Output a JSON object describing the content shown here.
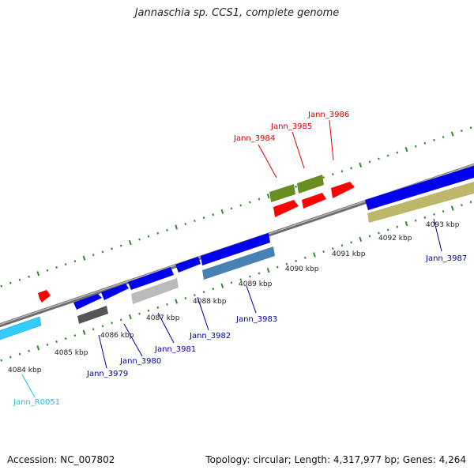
{
  "title": "Jannaschia sp. CCS1, complete genome",
  "footer": {
    "accession": "Accession: NC_007802",
    "summary": "Topology: circular; Length: 4,317,977 bp; Genes: 4,264"
  },
  "colors": {
    "backbone": "#8a8a8a",
    "tick_green": "#2e8b2e",
    "blue_gene": "#0000ee",
    "label_blue": "#0000aa",
    "label_red": "#dd0000",
    "label_cyan": "#22bbee"
  },
  "scale_labels": [
    "4084 kbp",
    "4085 kbp",
    "4086 kbp",
    "4087 kbp",
    "4088 kbp",
    "4089 kbp",
    "4090 kbp",
    "4091 kbp",
    "4092 kbp",
    "4093 kbp"
  ],
  "gene_labels": {
    "Jann_R0051": "Jann_R0051",
    "Jann_3979": "Jann_3979",
    "Jann_3980": "Jann_3980",
    "Jann_3981": "Jann_3981",
    "Jann_3982": "Jann_3982",
    "Jann_3983": "Jann_3983",
    "Jann_3984": "Jann_3984",
    "Jann_3985": "Jann_3985",
    "Jann_3986": "Jann_3986",
    "Jann_3987": "Jann_3987"
  }
}
